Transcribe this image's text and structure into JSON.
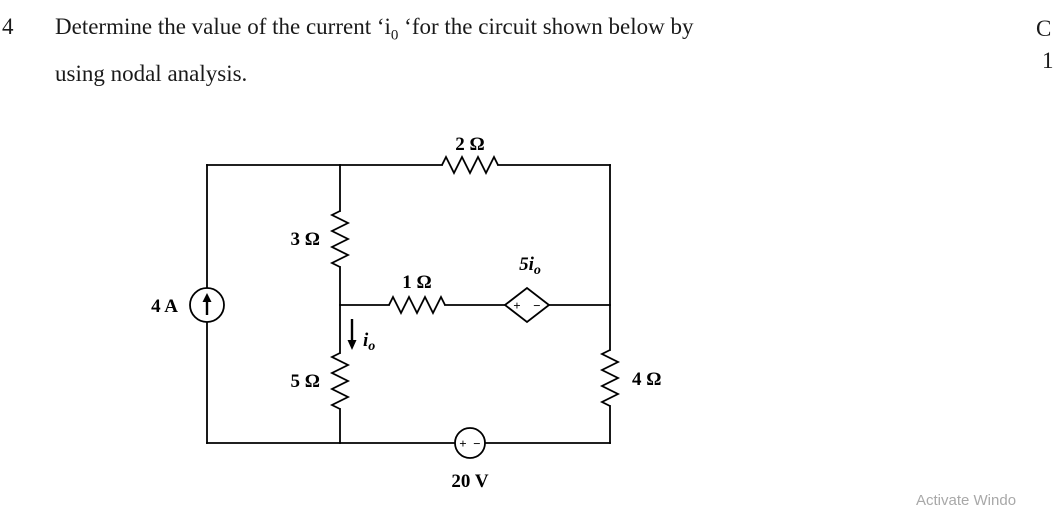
{
  "question": {
    "number": "4",
    "line1_pre": "Determine the value of the current ‘i",
    "line1_sub": "0",
    "line1_post": " ‘for the circuit shown below by",
    "line2": "using nodal analysis."
  },
  "margin": {
    "top_right_line1": "C",
    "top_right_line2": "1"
  },
  "watermark": "Activate Windo",
  "circuit": {
    "source_left": "4 A",
    "resistor_top": "2 Ω",
    "resistor_upper_left": "3 Ω",
    "resistor_lower_left": "5 Ω",
    "resistor_middle": "1 Ω",
    "resistor_right": "4 Ω",
    "dependent_source_base": "5i",
    "dependent_source_sub": "o",
    "branch_current_base": "i",
    "branch_current_sub": "o",
    "voltage_source": "20 V",
    "plus": "+",
    "minus": "−"
  }
}
